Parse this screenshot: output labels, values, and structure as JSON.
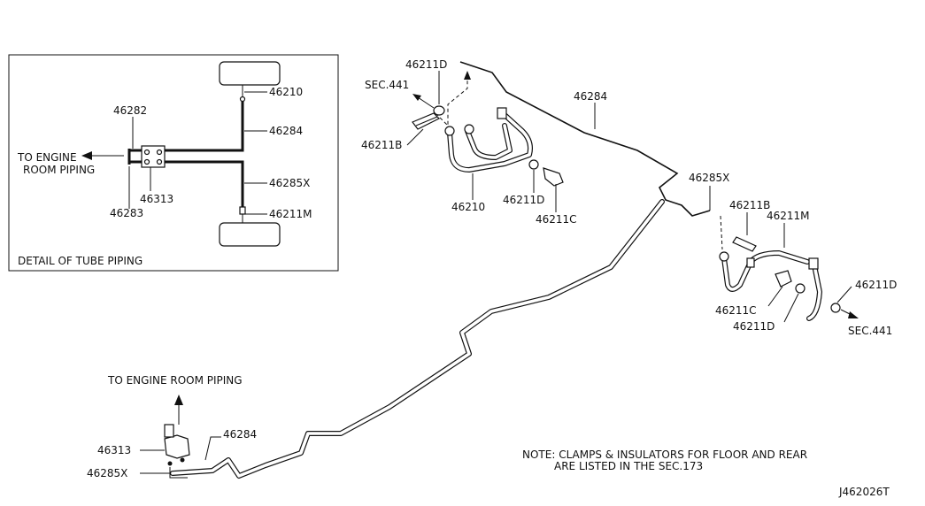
{
  "detail": {
    "title": "DETAIL OF TUBE PIPING",
    "to_engine": [
      "TO ENGINE",
      "ROOM PIPING"
    ],
    "labels": {
      "p46282": "46282",
      "p46210": "46210",
      "p46284": "46284",
      "p46285x": "46285X",
      "p46313": "46313",
      "p46283": "46283",
      "p46211m": "46211M"
    }
  },
  "callouts": {
    "front_46211d_top": "46211D",
    "front_sec441": "SEC.441",
    "front_46211b": "46211B",
    "front_46210": "46210",
    "front_46211d": "46211D",
    "front_46211c": "46211C",
    "main_46284": "46284",
    "rear_46285x": "46285X",
    "rear_46211b": "46211B",
    "rear_46211m": "46211M",
    "rear_46211c": "46211C",
    "rear_46211d": "46211D",
    "rear_46211d_right": "46211D",
    "rear_sec441": "SEC.441",
    "to_engine_bottom": "TO ENGINE ROOM PIPING",
    "bottom_46313": "46313",
    "bottom_46284": "46284",
    "bottom_46285x": "46285X"
  },
  "note": {
    "line1": "NOTE: CLAMPS & INSULATORS FOR FLOOR AND REAR",
    "line2": "ARE LISTED IN THE SEC.173"
  },
  "diagram_id": "J462026T"
}
